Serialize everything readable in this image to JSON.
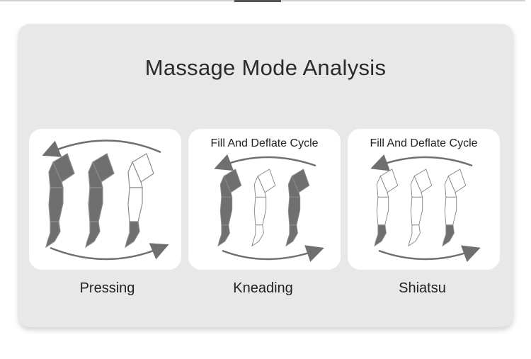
{
  "title": "Massage Mode Analysis",
  "colors": {
    "panel": "#e8e8e8",
    "card": "#ffffff",
    "filled": "#6f6f6f",
    "outline": "#8c8c8c",
    "arrow": "#6f6f6f"
  },
  "modes": [
    {
      "label": "Pressing",
      "caption": "",
      "active": [
        true,
        true,
        false
      ],
      "feet_active": [
        true,
        false,
        true
      ]
    },
    {
      "label": "Kneading",
      "caption": "Fill And Deflate Cycle",
      "active": [
        true,
        false,
        true
      ],
      "feet_active": [
        false,
        false,
        false
      ]
    },
    {
      "label": "Shiatsu",
      "caption": "Fill And Deflate Cycle",
      "active": [
        false,
        false,
        false
      ],
      "feet_active": [
        true,
        false,
        true
      ]
    }
  ],
  "icons": [
    "leg-wrap-icon",
    "cycle-arrow-icon"
  ]
}
